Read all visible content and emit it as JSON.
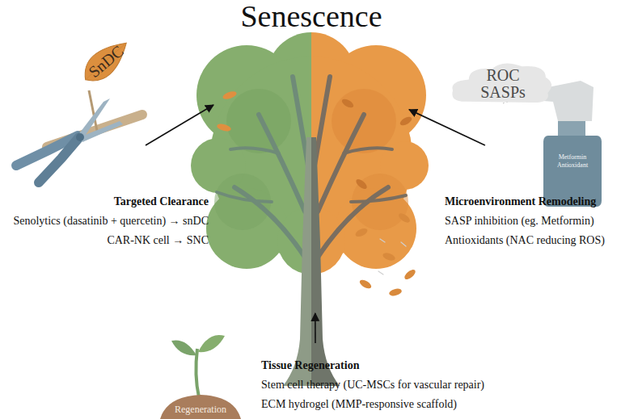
{
  "diagram": {
    "nodes": [
      {
        "text": [
          "Senescence"
        ]
      },
      {
        "text": [
          "SnDC"
        ]
      },
      {
        "text": [
          "ROC SASPs"
        ]
      },
      {
        "text": [
          "Metformin Antioxidant"
        ]
      },
      {
        "text": [
          "Targeted Clearance",
          "Senolytics (dasatinib + quercetin) → snDC",
          "CAR-NK cell → SNC"
        ]
      },
      {
        "text": [
          "Microenvironment Remodeling",
          "SASP inhibition (eg. Metformin)",
          "Antioxidants (NAC reducing ROS)"
        ]
      },
      {
        "text": [
          "Regeneration"
        ]
      },
      {
        "text": [
          "Tissue Regeneration",
          "Stem cell therapy (UC-MSCs for vascular repair)",
          "ECM hydrogel (MMP-responsive scaffold)"
        ]
      }
    ],
    "edges": [
      {
        "from": 4,
        "to": 0,
        "arrow": "to"
      },
      {
        "from": 5,
        "to": 0,
        "arrow": "to"
      },
      {
        "from": 7,
        "to": 0,
        "arrow": "to"
      }
    ]
  }
}
